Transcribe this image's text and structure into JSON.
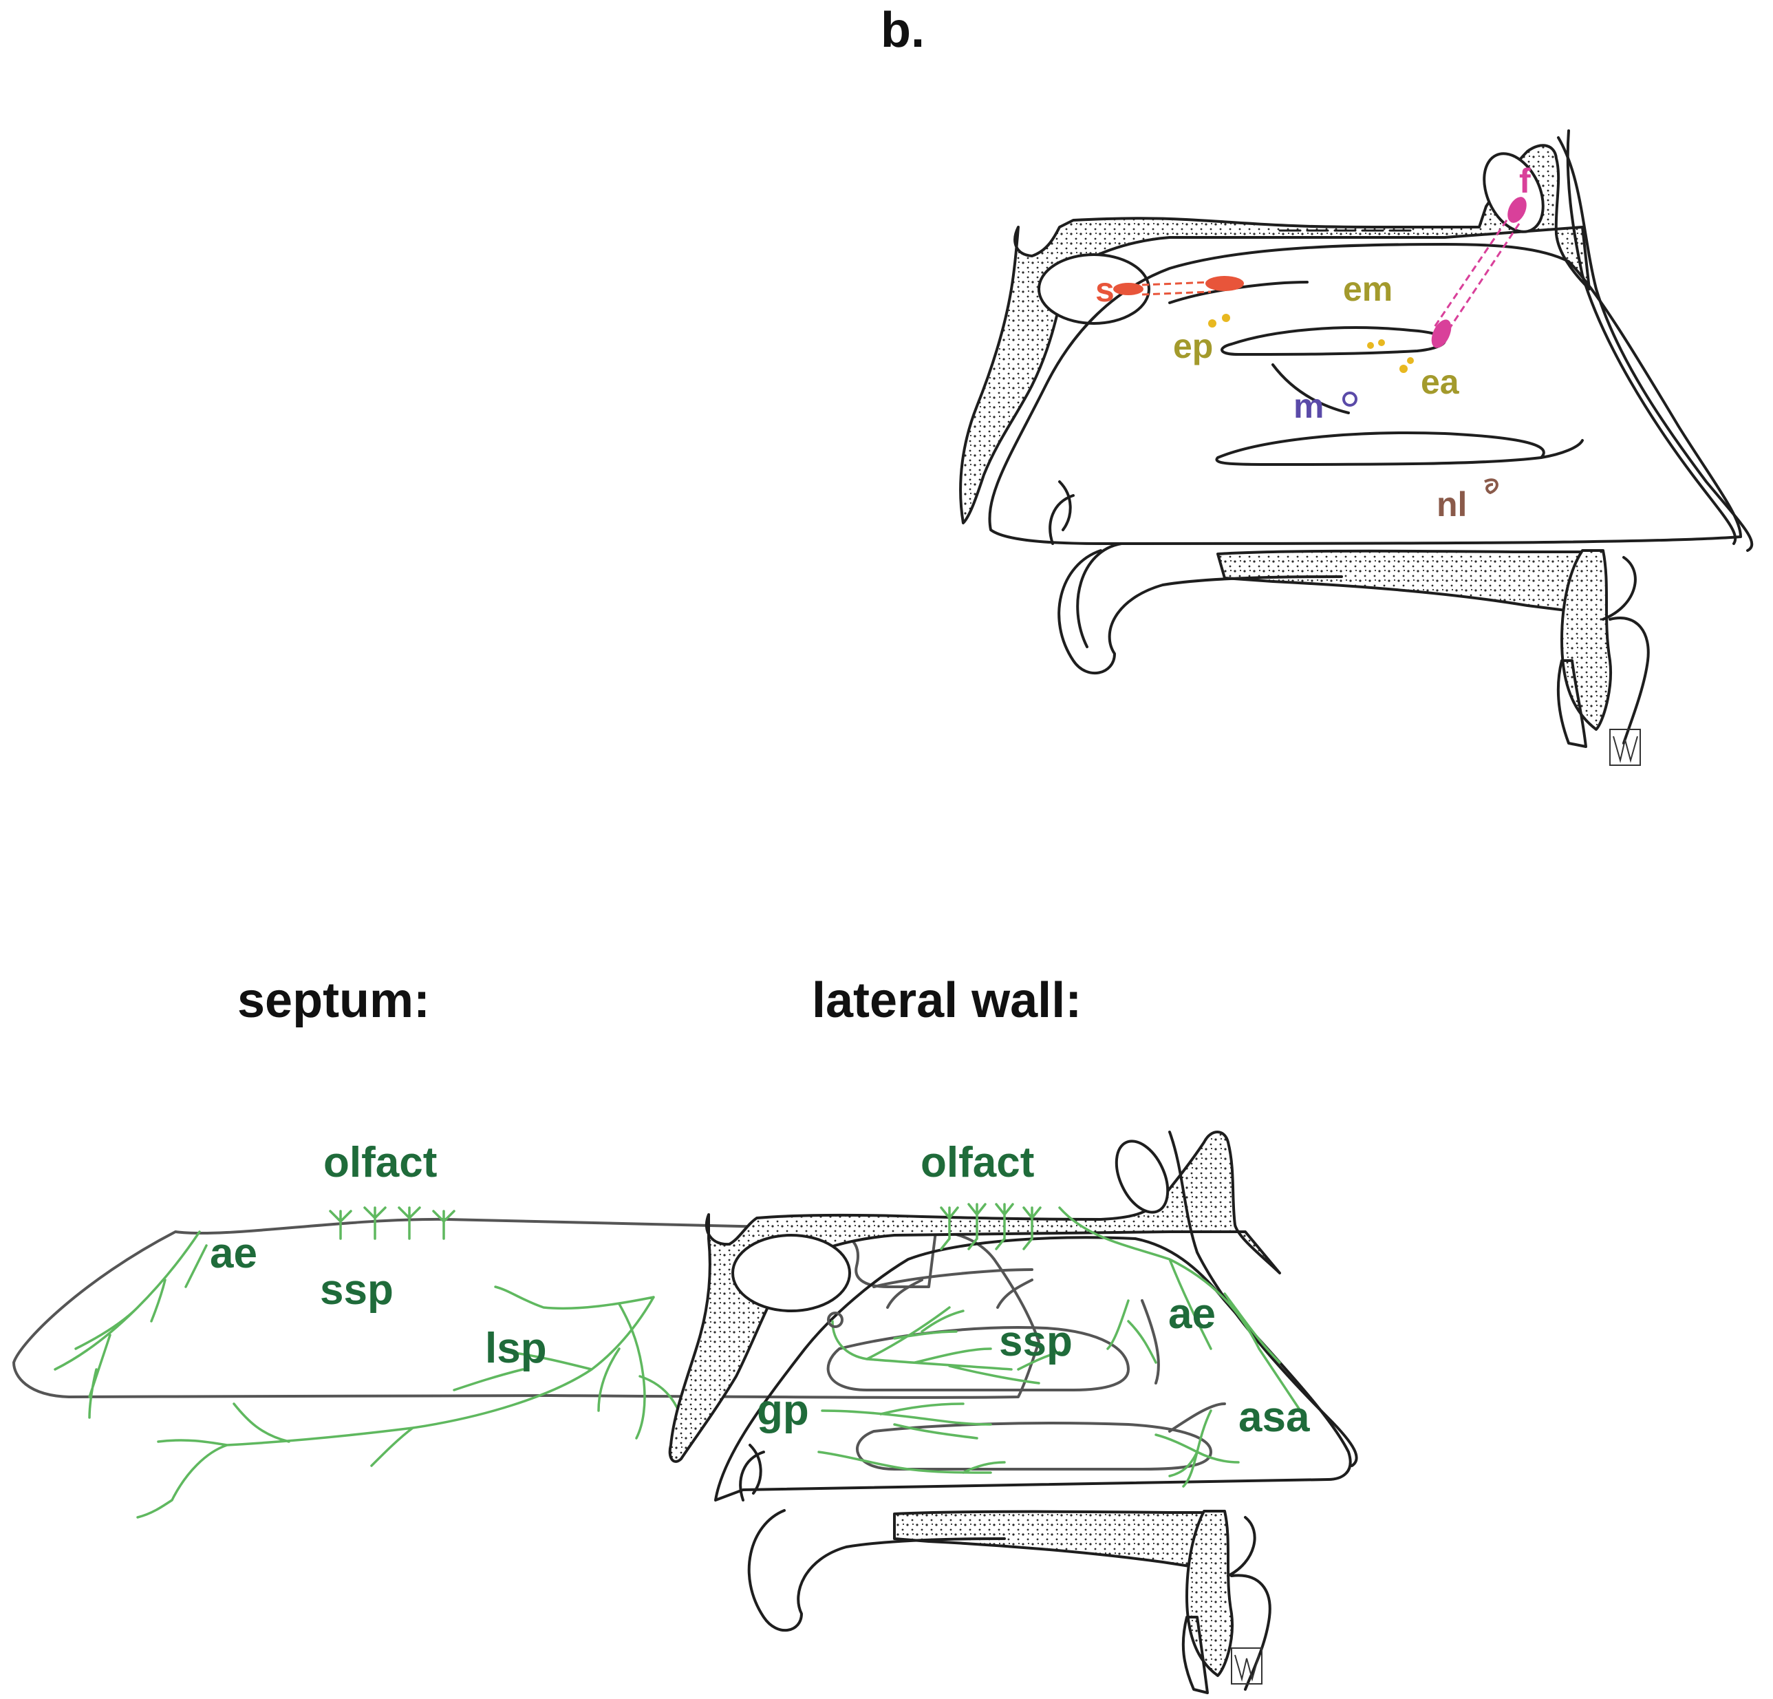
{
  "panel_b": {
    "title": "b.",
    "labels": {
      "s": "s",
      "em": "em",
      "ep": "ep",
      "f": "f",
      "ea": "ea",
      "m": "m",
      "nl": "nl"
    },
    "colors": {
      "s": "#e8553a",
      "em": "#a39a2c",
      "ep": "#a39a2c",
      "f": "#d9409a",
      "ea": "#a39a2c",
      "m": "#5a4aa8",
      "nl": "#8a5a4a",
      "ostium_dots": "#e8b820"
    }
  },
  "septum": {
    "title": "septum:",
    "labels": {
      "olfact": "olfact",
      "ae": "ae",
      "ssp": "ssp",
      "lsp": "lsp"
    },
    "nerve_color": "#5fb85f",
    "label_color": "#1f6b3a"
  },
  "lateral_wall": {
    "title": "lateral wall:",
    "labels": {
      "olfact": "olfact",
      "ssp": "ssp",
      "ae": "ae",
      "gp": "gp",
      "asa": "asa"
    },
    "nerve_color": "#5fb85f",
    "label_color": "#1f6b3a"
  },
  "signature": "artist-monogram"
}
